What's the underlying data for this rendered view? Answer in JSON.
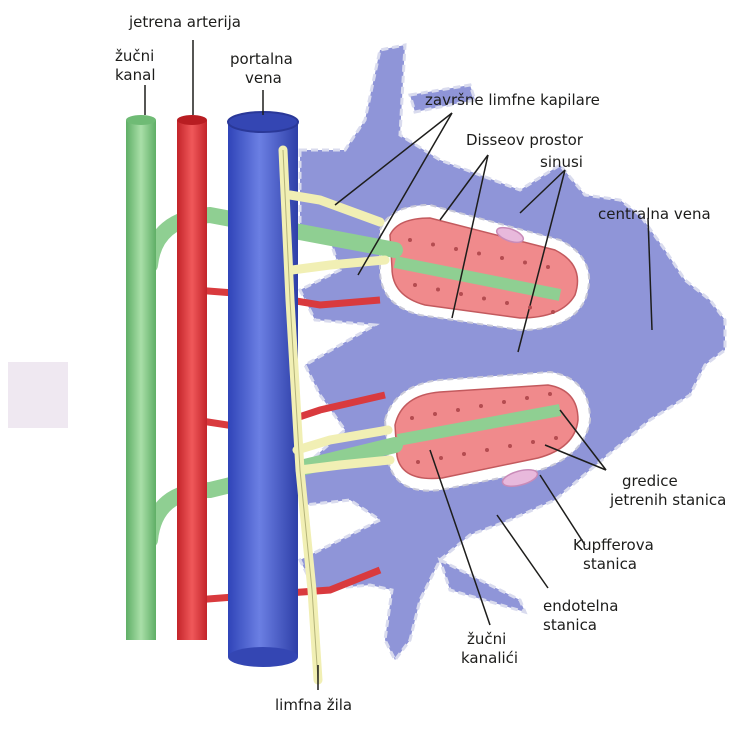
{
  "labels": {
    "hepatic_artery": "jetrena arterija",
    "bile_duct_1": "žučni",
    "bile_duct_2": "kanal",
    "portal_vein_1": "portalna",
    "portal_vein_2": "vena",
    "lymph_capillaries": "završne limfne kapilare",
    "disse_space": "Disseov prostor",
    "sinusoids": "sinusi",
    "central_vein": "centralna vena",
    "hepatocyte_plates_1": "gredice",
    "hepatocyte_plates_2": "jetrenih stanica",
    "kupffer_cell_1": "Kupfferova",
    "kupffer_cell_2": "stanica",
    "endothelial_cell_1": "endotelna",
    "endothelial_cell_2": "stanica",
    "bile_canaliculi_1": "žučni",
    "bile_canaliculi_2": "kanalići",
    "lymph_vessel": "limfna žila"
  },
  "colors": {
    "bile": "#8fcf92",
    "artery": "#e2383c",
    "portal_vein": "#4a5ecf",
    "lymph": "#f1efb4",
    "sinusoid": "#8f95d8",
    "hepatocyte": "#f08a8c",
    "swatch": "#efe8f1"
  }
}
